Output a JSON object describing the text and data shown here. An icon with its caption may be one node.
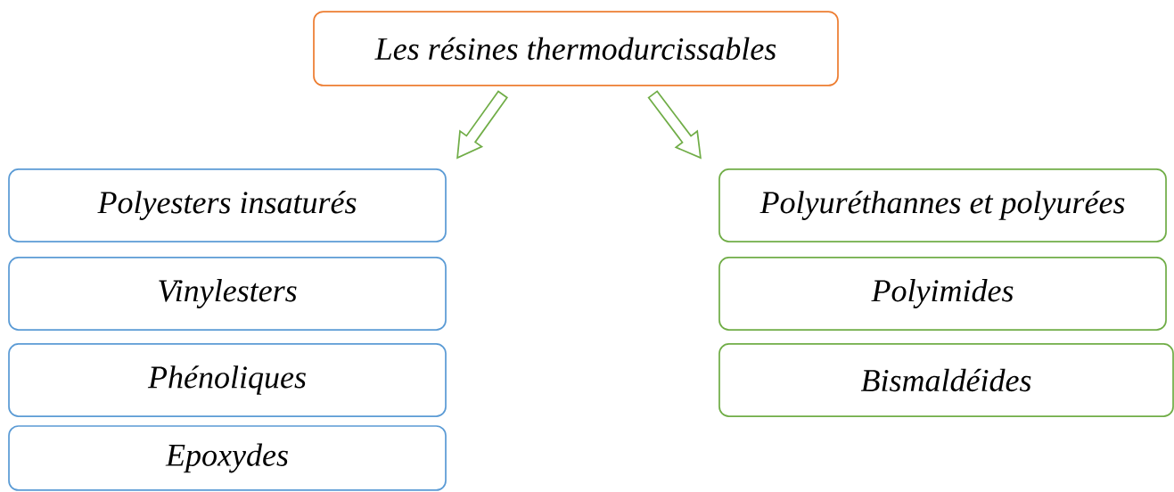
{
  "diagram": {
    "nodes": [
      {
        "text": [
          "Les résines thermodurcissables"
        ]
      },
      {
        "text": [
          "Polyesters insaturés"
        ]
      },
      {
        "text": [
          "Vinylesters"
        ]
      },
      {
        "text": [
          "Phénoliques"
        ]
      },
      {
        "text": [
          "Epoxydes"
        ]
      },
      {
        "text": [
          "Polyuréthannes et polyurées"
        ]
      },
      {
        "text": [
          "Polyimides"
        ]
      },
      {
        "text": [
          "Bismaldéides"
        ]
      }
    ],
    "edges": [
      {
        "from": 0,
        "to": 1,
        "arrow": "to"
      },
      {
        "from": 0,
        "to": 5,
        "arrow": "to"
      }
    ]
  }
}
